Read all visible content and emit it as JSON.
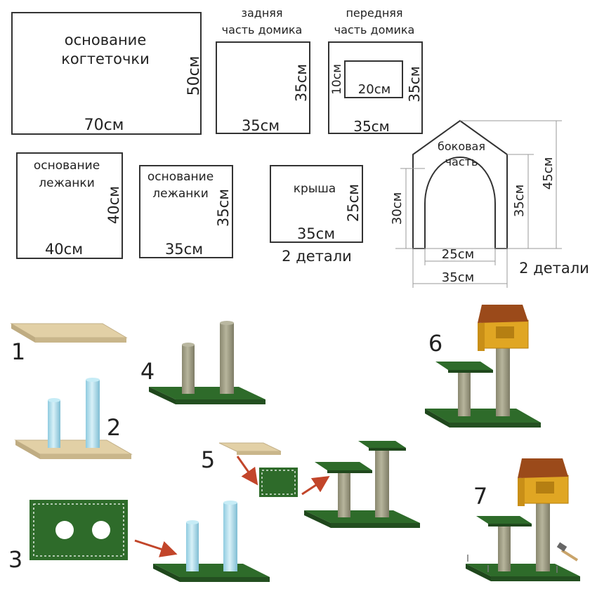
{
  "patterns": {
    "base": {
      "name_line1": "основание",
      "name_line2": "когтеточки",
      "width": "70см",
      "height": "50см"
    },
    "house_back": {
      "name_line1": "задняя",
      "name_line2": "часть домика",
      "width": "35см",
      "height": "35см"
    },
    "house_front": {
      "name_line1": "передняя",
      "name_line2": "часть домика",
      "width": "35см",
      "height": "35см",
      "hole_width": "20см",
      "hole_height": "10см"
    },
    "bed1": {
      "name_line1": "основание",
      "name_line2": "лежанки",
      "width": "40см",
      "height": "40см"
    },
    "bed2": {
      "name_line1": "основание",
      "name_line2": "лежанки",
      "width": "35см",
      "height": "35см"
    },
    "roof": {
      "name": "крыша",
      "width": "35см",
      "height": "25см",
      "count": "2 детали"
    },
    "side": {
      "name_line1": "боковая",
      "name_line2": "часть",
      "arch_width": "25см",
      "width": "35см",
      "arch_height": "30см",
      "wall_height": "35см",
      "total_height": "45см",
      "count": "2 детали"
    }
  },
  "steps": [
    "1",
    "2",
    "3",
    "4",
    "5",
    "6",
    "7"
  ],
  "colors": {
    "plywood": "#dcc89a",
    "carpet": "#2e6b2a",
    "pipe": "#a8dcea",
    "rope": "#9c9a82",
    "house": "#e0a623",
    "roof": "#9b4a1a",
    "arrow": "#c2452a"
  }
}
